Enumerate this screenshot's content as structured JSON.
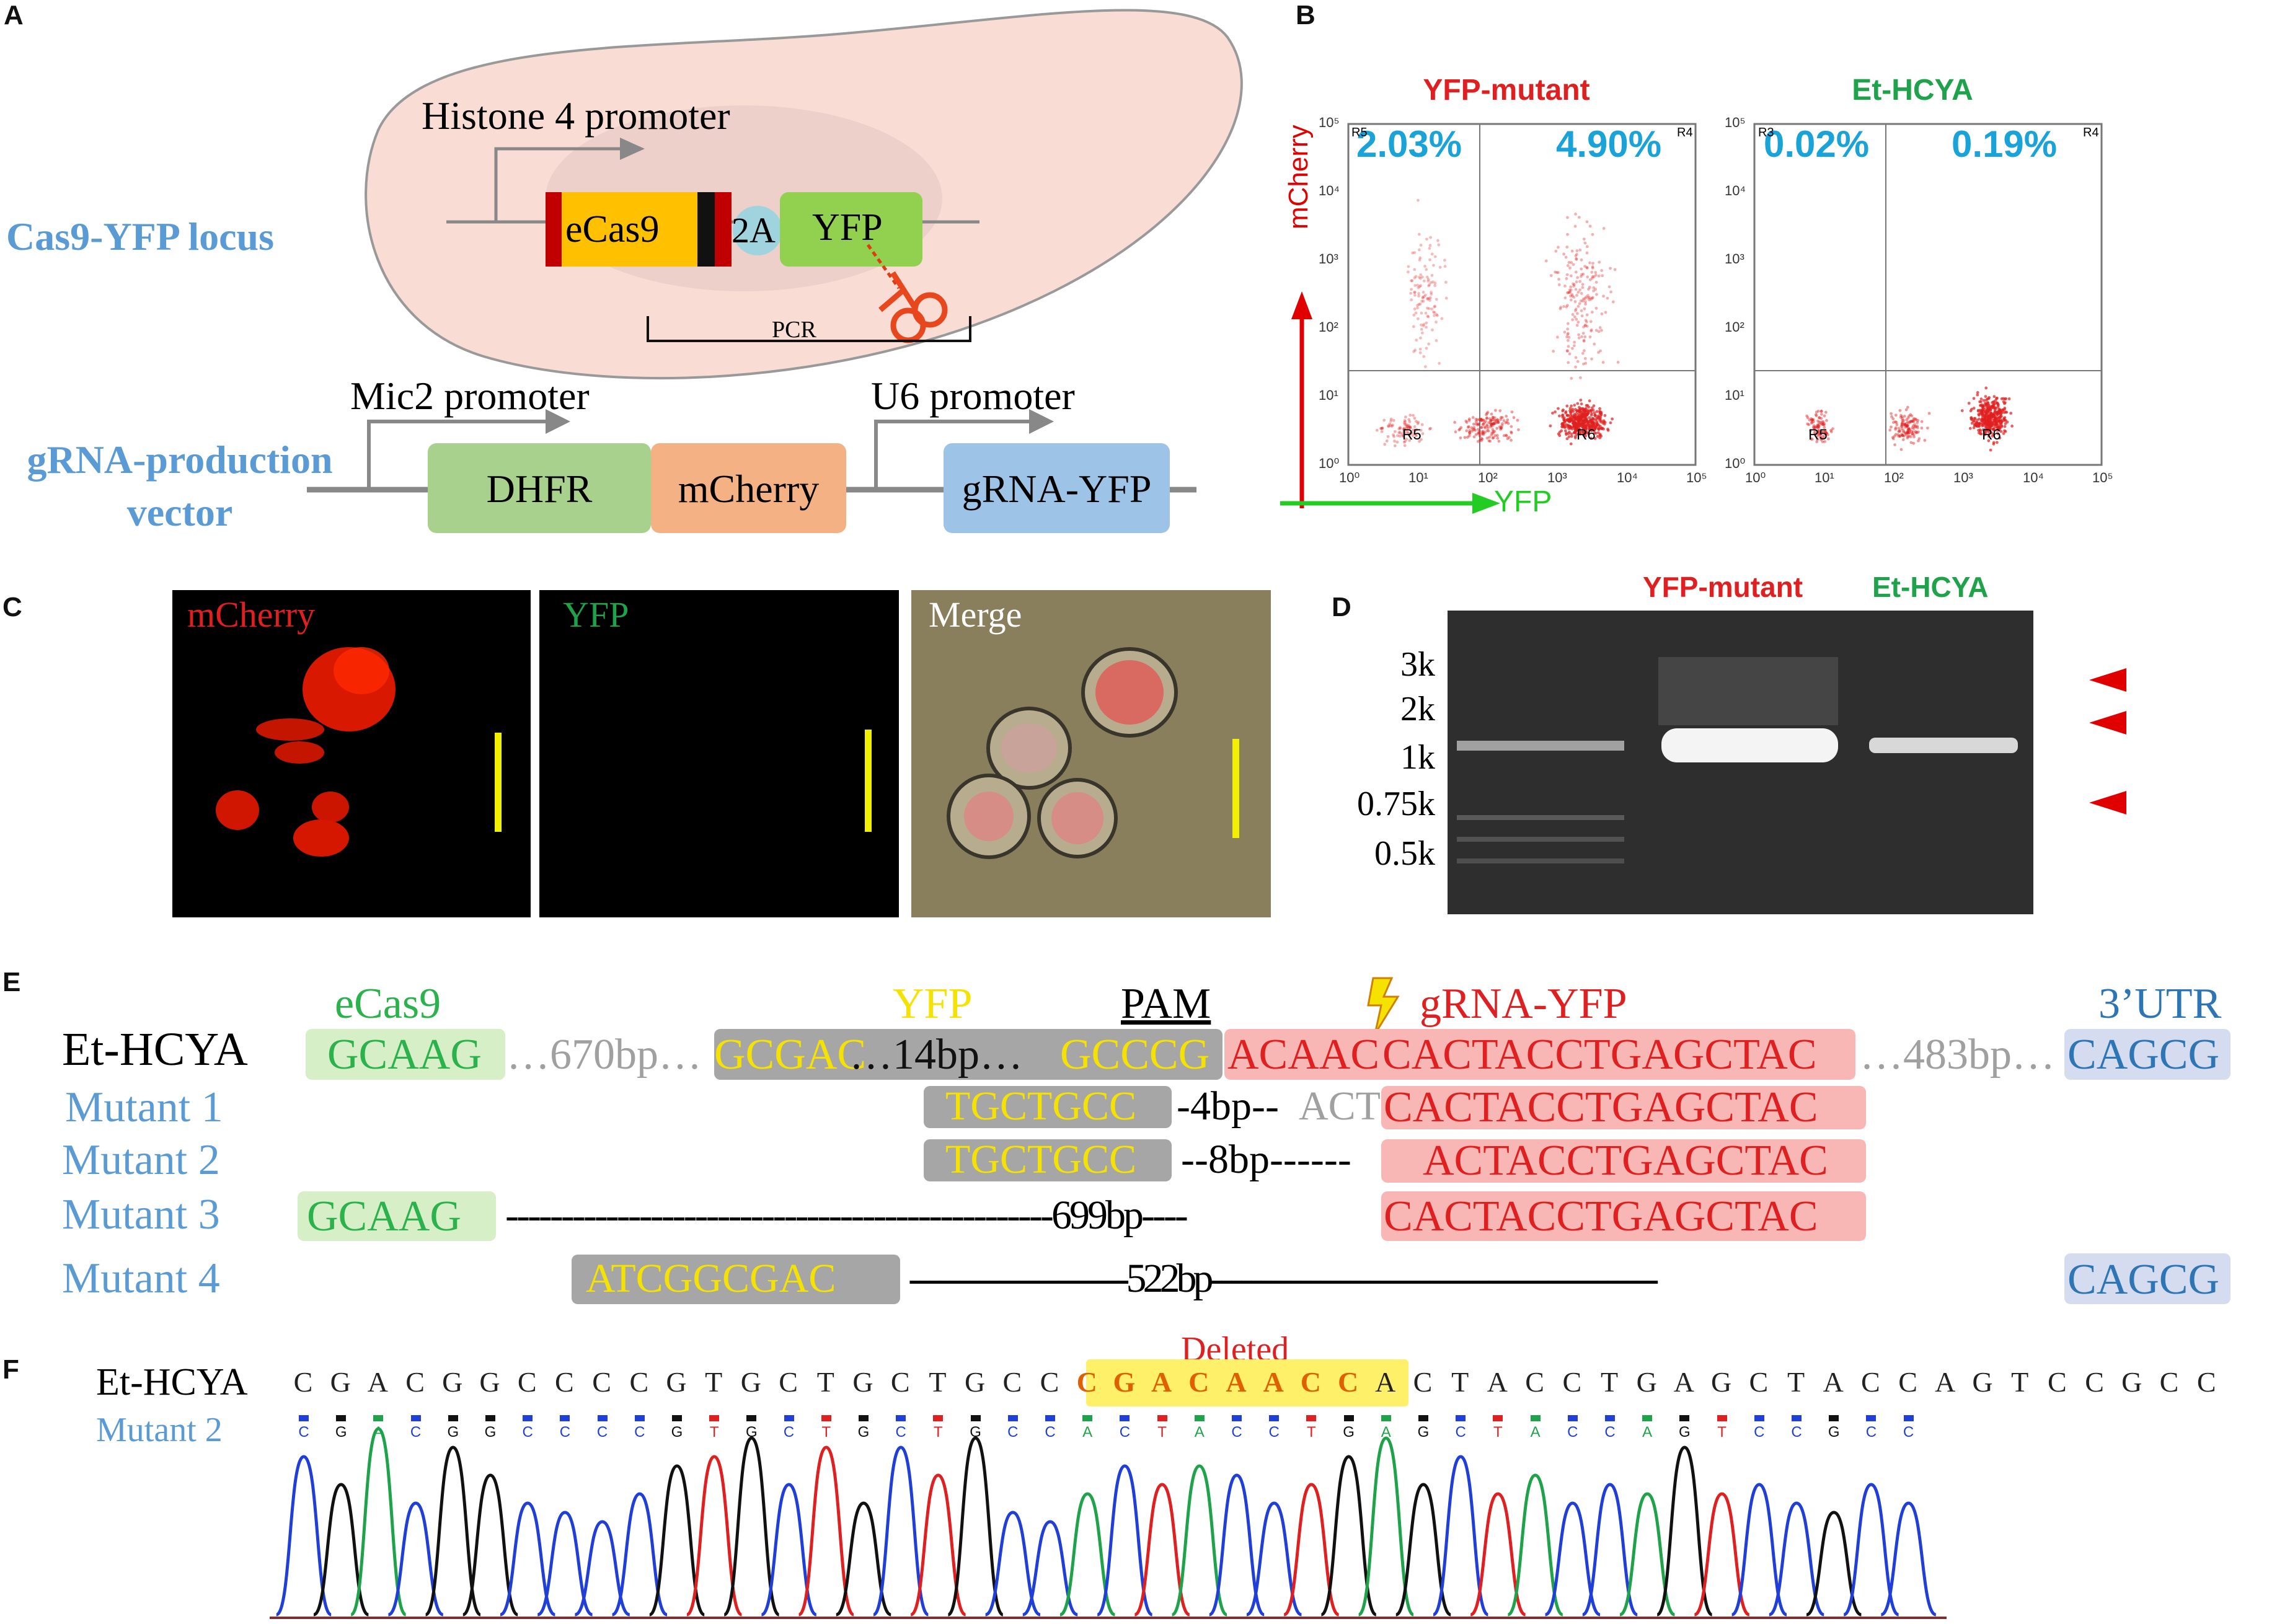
{
  "panels": {
    "A": "A",
    "B": "B",
    "C": "C",
    "D": "D",
    "E": "E",
    "F": "F"
  },
  "panel_a": {
    "locus_label": "Cas9-YFP locus",
    "vector_label_line1": "gRNA-production",
    "vector_label_line2": "vector",
    "histone_promoter": "Histone 4 promoter",
    "ecas9": "eCas9",
    "two_a": "2A",
    "yfp": "YFP",
    "pcr": "PCR",
    "mic2_promoter": "Mic2 promoter",
    "u6_promoter": "U6 promoter",
    "dhfr": "DHFR",
    "mcherry": "mCherry",
    "grna_yfp": "gRNA-YFP"
  },
  "panel_b": {
    "plots": [
      {
        "title": "YFP-mutant",
        "title_color": "#e02020",
        "q_left_pct": "2.03%",
        "q_right_pct": "4.90%",
        "corner_left": "R5",
        "corner_right": "R4",
        "gate_left": "R5",
        "gate_right": "R6"
      },
      {
        "title": "Et-HCYA",
        "title_color": "#1fa34a",
        "q_left_pct": "0.02%",
        "q_right_pct": "0.19%",
        "corner_left": "R3",
        "corner_right": "R4",
        "gate_left": "R5",
        "gate_right": "R6"
      }
    ],
    "x_axis_label": "YFP",
    "y_axis_label": "mCherry",
    "x_ticks": [
      "10⁰",
      "10¹",
      "10²",
      "10³",
      "10⁴",
      "10⁵"
    ],
    "y_ticks": [
      "10⁰",
      "10¹",
      "10²",
      "10³",
      "10⁴",
      "10⁵"
    ]
  },
  "panel_c": {
    "mcherry": "mCherry",
    "yfp": "YFP",
    "merge": "Merge"
  },
  "panel_d": {
    "lane_labels": [
      {
        "text": "YFP-mutant",
        "color": "#e02020"
      },
      {
        "text": "Et-HCYA",
        "color": "#1fa34a"
      }
    ],
    "ladder": [
      "3k",
      "2k",
      "1k",
      "0.75k",
      "0.5k"
    ]
  },
  "panel_e": {
    "headers": {
      "ecas9": "eCas9",
      "yfp": "YFP",
      "pam": "PAM",
      "grna": "gRNA-YFP",
      "utr": "3’UTR"
    },
    "ref_name": "Et-HCYA",
    "ref": {
      "s1": "GCAAG",
      "gap1": "…670bp…",
      "s2a": "GCGAC",
      "s2b": "…14bp…",
      "s2c": "GCCCG",
      "s3a": "ACAAC",
      "s3b": "CACTACCTGAGCTAC",
      "gap2": "…483bp…",
      "s4": "CAGCG"
    },
    "mutants": [
      {
        "name": "Mutant 1",
        "left": "TGCTGCC",
        "mid": "-4bp--",
        "mid_gray": "ACT",
        "right": "CACTACCTGAGCTAC"
      },
      {
        "name": "Mutant 2",
        "left": "TGCTGCC",
        "mid": "--8bp------",
        "right": "ACTACCTGAGCTAC"
      },
      {
        "name": "Mutant 3",
        "left": "GCAAG",
        "mid": "-------------------------------------------------699bp----",
        "right": "CACTACCTGAGCTAC"
      },
      {
        "name": "Mutant 4",
        "left": "ATCGGCGAC",
        "mid": "----------------------522bp---------------------------------------------",
        "right": "CAGCG"
      }
    ]
  },
  "panel_f": {
    "ref_name": "Et-HCYA",
    "mut_name": "Mutant 2",
    "deleted_label": "Deleted",
    "ref_bases_left": [
      "C",
      "G",
      "A",
      "C",
      "G",
      "G",
      "C",
      "C",
      "C",
      "C",
      "G",
      "T",
      "G",
      "C",
      "T",
      "G",
      "C",
      "T",
      "G",
      "C",
      "C"
    ],
    "deleted_bases": [
      "C",
      "G",
      "A",
      "C",
      "A",
      "A",
      "C",
      "C"
    ],
    "ref_bases_right": [
      "A",
      "C",
      "T",
      "A",
      "C",
      "C",
      "T",
      "G",
      "A",
      "G",
      "C",
      "T",
      "A",
      "C",
      "C",
      "A",
      "G",
      "T",
      "C",
      "C",
      "G",
      "C",
      "C"
    ],
    "called_bases": [
      "C",
      "G",
      "A",
      "C",
      "G",
      "G",
      "C",
      "C",
      "C",
      "C",
      "G",
      "T",
      "G",
      "C",
      "T",
      "G",
      "C",
      "T",
      "G",
      "C",
      "C",
      "A",
      "C",
      "T",
      "A",
      "C",
      "C",
      "T",
      "G",
      "A",
      "G",
      "C",
      "T",
      "A",
      "C",
      "C",
      "A",
      "G",
      "T",
      "C",
      "C",
      "G",
      "C",
      "C"
    ],
    "base_colors": {
      "A": "#1fa34a",
      "C": "#1f3fd8",
      "G": "#111111",
      "T": "#e02020"
    }
  }
}
